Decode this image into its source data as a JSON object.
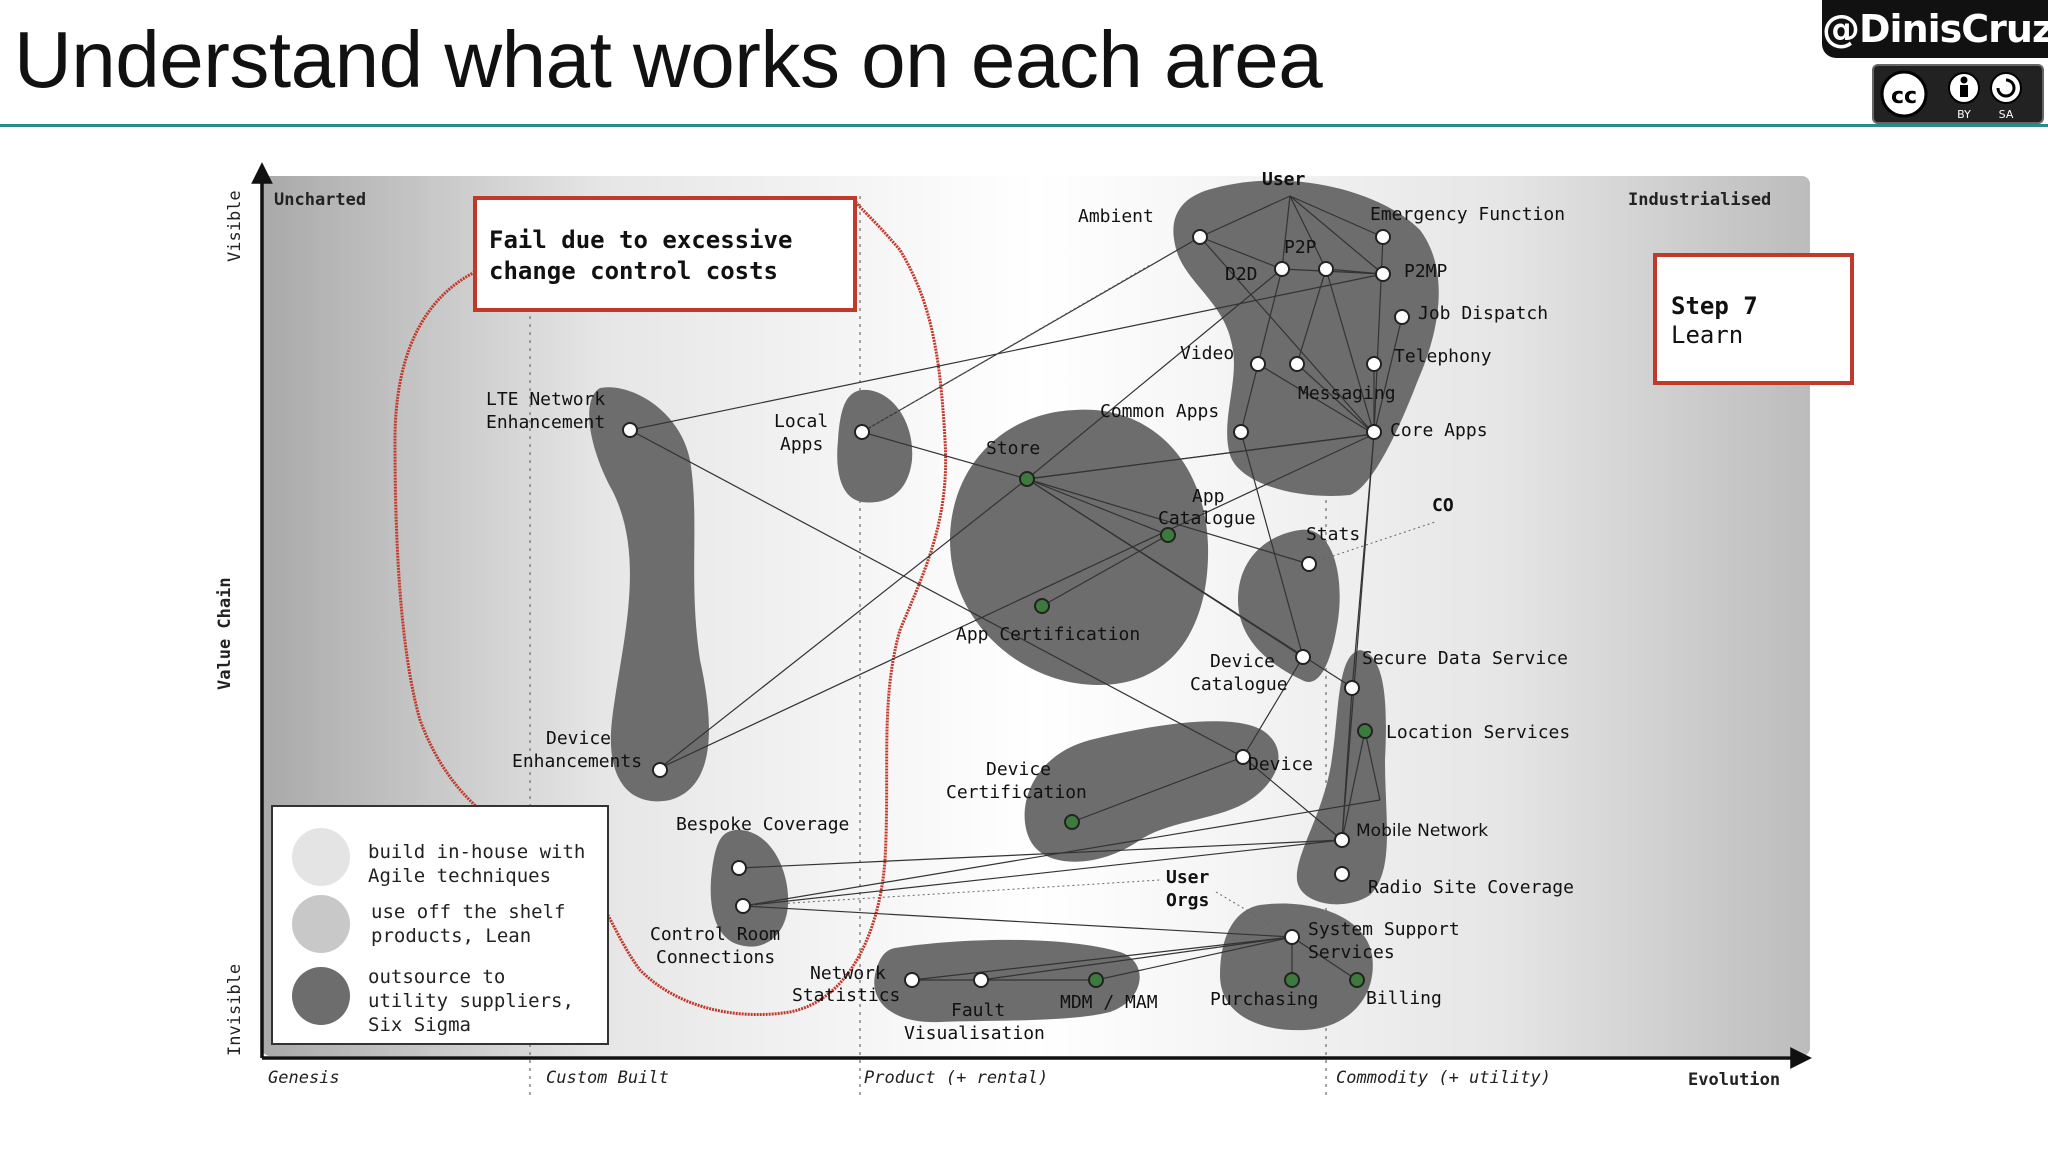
{
  "slide": {
    "title": "Understand what works on each area",
    "author": "@DinisCruz",
    "license_by": "BY",
    "license_sa": "SA"
  },
  "map": {
    "y_axis": {
      "top": "Visible",
      "middle": "Value Chain",
      "bottom": "Invisible"
    },
    "x_axis": {
      "stages": [
        "Genesis",
        "Custom Built",
        "Product (+ rental)",
        "Commodity (+ utility)"
      ],
      "label": "Evolution"
    },
    "corners": {
      "left": "Uncharted",
      "right": "Industrialised"
    },
    "callout": {
      "line1": "Fail due to excessive",
      "line2": "change control costs"
    },
    "step": {
      "line1": "Step 7",
      "line2": "Learn"
    },
    "co_label": "CO",
    "user_orgs": {
      "line1": "User",
      "line2": "Orgs"
    },
    "legend": [
      {
        "line1": "build in-house with",
        "line2": "Agile techniques",
        "line3": ""
      },
      {
        "line1": "use off the shelf",
        "line2": "products, Lean",
        "line3": ""
      },
      {
        "line1": "outsource to",
        "line2": "utility suppliers,",
        "line3": "Six Sigma"
      }
    ],
    "nodes": {
      "user": "User",
      "ambient": "Ambient",
      "emergency": "Emergency Function",
      "p2p": "P2P",
      "d2d": "D2D",
      "p2mp": "P2MP",
      "job_dispatch": "Job Dispatch",
      "video": "Video",
      "telephony": "Telephony",
      "messaging": "Messaging",
      "common_apps": "Common Apps",
      "core_apps": "Core Apps",
      "lte_1": "LTE Network",
      "lte_2": "Enhancement",
      "local_1": "Local",
      "local_2": "Apps",
      "store": "Store",
      "app_cat_1": "App",
      "app_cat_2": "Catalogue",
      "stats": "Stats",
      "app_cert": "App Certification",
      "dev_cat_1": "Device",
      "dev_cat_2": "Catalogue",
      "secure_data": "Secure Data Service",
      "location": "Location Services",
      "dev_enh_1": "Device",
      "dev_enh_2": "Enhancements",
      "dev_cert_1": "Device",
      "dev_cert_2": "Certification",
      "device": "Device",
      "mobile_network": "Mobile Network",
      "bespoke": "Bespoke Coverage",
      "radio_site": "Radio Site Coverage",
      "control_room_1": "Control Room",
      "control_room_2": "Connections",
      "system_support_1": "System Support",
      "system_support_2": "Services",
      "net_stats_1": "Network",
      "net_stats_2": "Statistics",
      "fault_1": "Fault",
      "fault_2": "Visualisation",
      "mdm": "MDM / MAM",
      "purchasing": "Purchasing",
      "billing": "Billing"
    },
    "colors": {
      "blob": "#6d6d6d",
      "red": "#c0392b",
      "green": "#3d7a3d",
      "teal": "#2b8a8a"
    }
  }
}
